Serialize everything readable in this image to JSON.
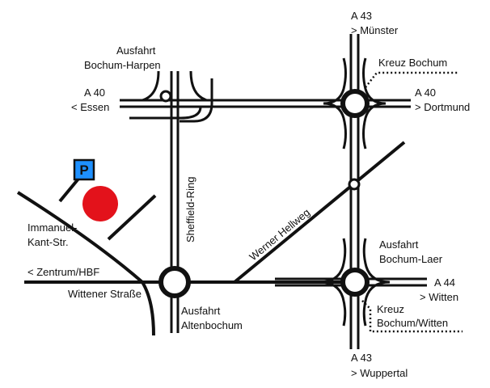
{
  "labels": {
    "a43_north_road": "A 43",
    "a43_north_dir": "> Münster",
    "a43_south_road": "A 43",
    "a43_south_dir": "> Wuppertal",
    "a40_west_road": "A 40",
    "a40_west_dir": "< Essen",
    "a40_east_road": "A 40",
    "a40_east_dir": "> Dortmund",
    "a44_road": "A 44",
    "a44_dir": "> Witten",
    "exit_harpen_1": "Ausfahrt",
    "exit_harpen_2": "Bochum-Harpen",
    "exit_laer_1": "Ausfahrt",
    "exit_laer_2": "Bochum-Laer",
    "exit_altenbochum_1": "Ausfahrt",
    "exit_altenbochum_2": "Altenbochum",
    "kreuz_bochum": "Kreuz Bochum",
    "kreuz_witten_1": "Kreuz",
    "kreuz_witten_2": "Bochum/Witten",
    "sheffield_ring": "Sheffield-Ring",
    "werner_hellweg": "Werner Hellweg",
    "immanuel_1": "Immanuel-",
    "immanuel_2": "Kant-Str.",
    "zentrum": "< Zentrum/HBF",
    "wittener": "Wittener Straße",
    "parking": "P"
  },
  "colors": {
    "road": "#111111",
    "parking_blue": "#1e90ff",
    "destination_red": "#e3121b"
  },
  "icons": {
    "parking": "parking-sign-icon",
    "destination": "destination-marker-icon"
  }
}
